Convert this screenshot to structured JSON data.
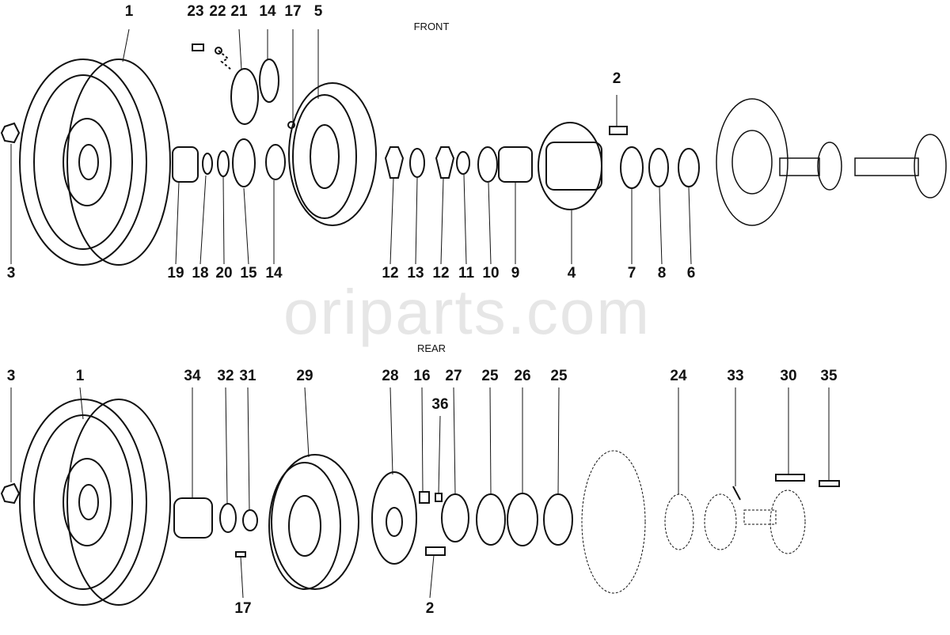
{
  "watermark": "oriparts.com",
  "front": {
    "title": "FRONT",
    "top_labels": [
      "1",
      "23",
      "22",
      "21",
      "14",
      "17",
      "5",
      "2"
    ],
    "bottom_labels": [
      "3",
      "19",
      "18",
      "20",
      "15",
      "14",
      "12",
      "13",
      "12",
      "11",
      "10",
      "9",
      "4",
      "7",
      "8",
      "6"
    ]
  },
  "rear": {
    "title": "REAR",
    "top_labels": [
      "3",
      "1",
      "34",
      "32",
      "31",
      "29",
      "28",
      "16",
      "27",
      "25",
      "26",
      "25",
      "24",
      "33",
      "30",
      "35",
      "36"
    ],
    "bottom_labels": [
      "17",
      "2"
    ]
  }
}
